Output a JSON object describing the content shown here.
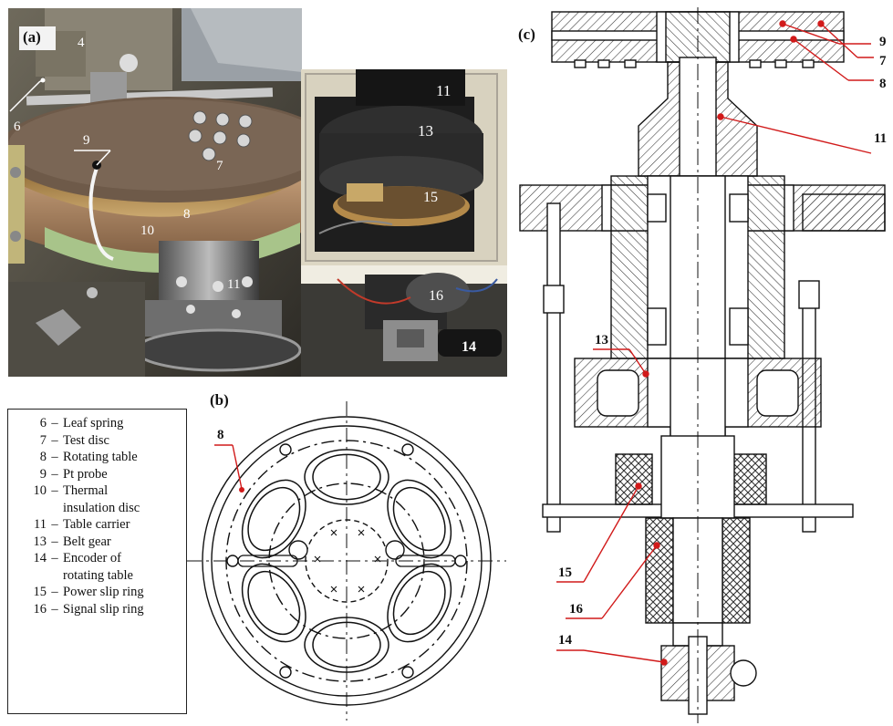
{
  "panels": {
    "a": "(a)",
    "b": "(b)",
    "c": "(c)"
  },
  "photo_a": {
    "labels": [
      "4",
      "6",
      "9",
      "7",
      "8",
      "10",
      "11"
    ]
  },
  "photo_a2": {
    "labels": [
      "11",
      "13",
      "15",
      "16",
      "14"
    ]
  },
  "diagram_b": {
    "labels": [
      "8"
    ]
  },
  "diagram_c": {
    "labels": [
      "9",
      "7",
      "8",
      "11",
      "13",
      "15",
      "16",
      "14"
    ]
  },
  "legend": [
    {
      "num": "6",
      "text": "Leaf spring"
    },
    {
      "num": "7",
      "text": "Test disc"
    },
    {
      "num": "8",
      "text": "Rotating table"
    },
    {
      "num": "9",
      "text": "Pt probe"
    },
    {
      "num": "10",
      "text": "Thermal\ninsulation disc"
    },
    {
      "num": "11",
      "text": "Table carrier"
    },
    {
      "num": "13",
      "text": "Belt gear"
    },
    {
      "num": "14",
      "text": "Encoder of\nrotating table"
    },
    {
      "num": "15",
      "text": "Power slip ring"
    },
    {
      "num": "16",
      "text": "Signal slip ring"
    }
  ],
  "colors": {
    "callout_line": "#d11a1a",
    "callout_dot": "#d11a1a",
    "hatch": "#333333",
    "disc_brass": "#b48a4a",
    "insulation": "#a8c48a"
  }
}
